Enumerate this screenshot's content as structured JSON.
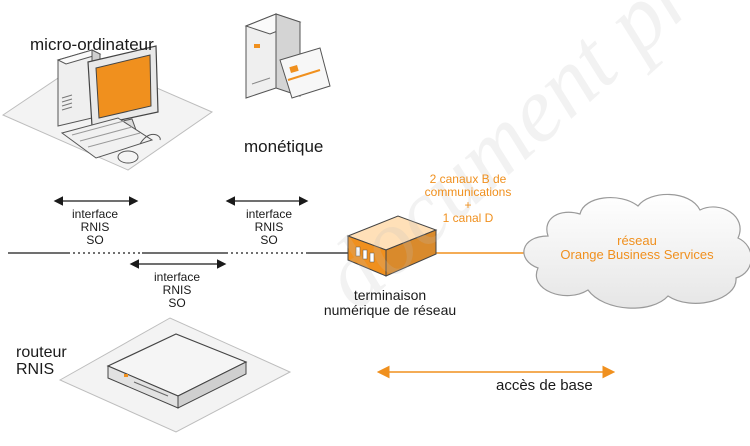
{
  "labels": {
    "micro": "micro-ordinateur",
    "monetique": "monétique",
    "iface1": [
      "interface",
      "RNIS",
      "SO"
    ],
    "iface2": [
      "interface",
      "RNIS",
      "SO"
    ],
    "iface3": [
      "interface",
      "RNIS",
      "SO"
    ],
    "channels": [
      "2 canaux B de",
      "communications",
      "+",
      "1 canal D"
    ],
    "network": [
      "réseau",
      "Orange Business Services"
    ],
    "terminaison": [
      "terminaison",
      "numérique de réseau"
    ],
    "routeur": [
      "routeur",
      "RNIS"
    ],
    "acces": "accès de base"
  },
  "watermark": "document professionnel",
  "colors": {
    "accent": "#f0901e",
    "line": "#1a1a1a",
    "text": "#1a1a1a"
  }
}
